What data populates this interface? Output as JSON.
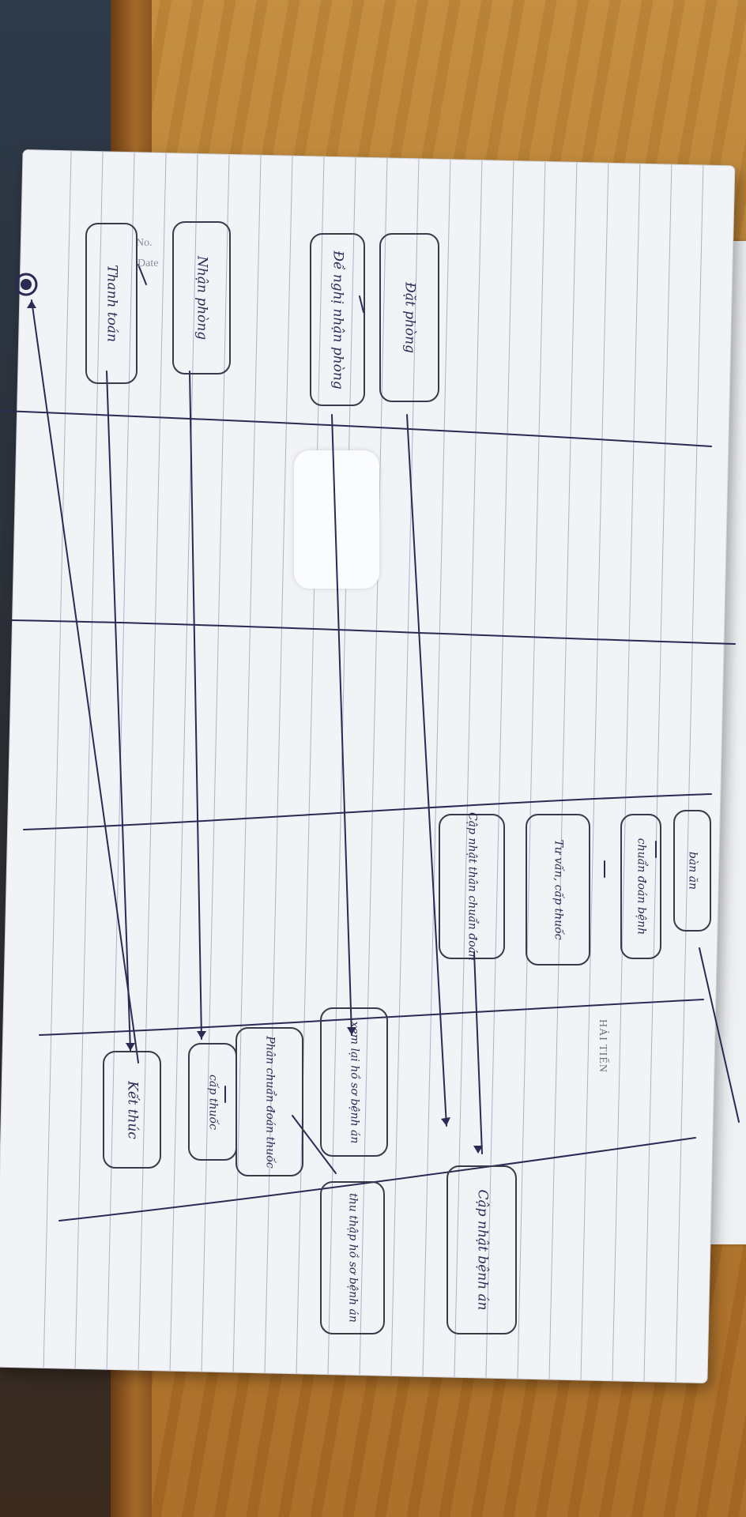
{
  "sheet": {
    "brand": "HẢI TIẾN",
    "no_label": "No.",
    "date_label": "Date"
  },
  "nodes": {
    "dat_phong": "Đặt phòng",
    "de_nghi_nhan_phong": "Đề nghị nhận phòng",
    "nhan_phong": "Nhận phòng",
    "thanh_toan": "Thanh toán",
    "ban_an": "bàn ăn",
    "chuan_doan_benh": "chuẩn đoán bệnh",
    "tu_van_cap_thuoc": "Tư vấn, cấp thuốc",
    "cap_nhat_than_chuan_doan": "Cập nhật thân chuẩn đoán",
    "xem_lai_ho_so_benh_an": "xem lại hồ sơ bệnh án",
    "phan_chuan_doan_thuoc": "Phân chuẩn đoán thuốc",
    "cap_thuoc": "cấp thuốc",
    "ket_thuc": "Kết thúc",
    "thu_thap_ho_so_benh_an": "thu thập hồ sơ bệnh án",
    "cap_nhat_benh_an": "Cập nhật bệnh án"
  },
  "colors": {
    "ink": "#2a2a55",
    "paper": "#f1f3f7",
    "desk": "#b97a2a",
    "rule": "#a9b4c8"
  }
}
